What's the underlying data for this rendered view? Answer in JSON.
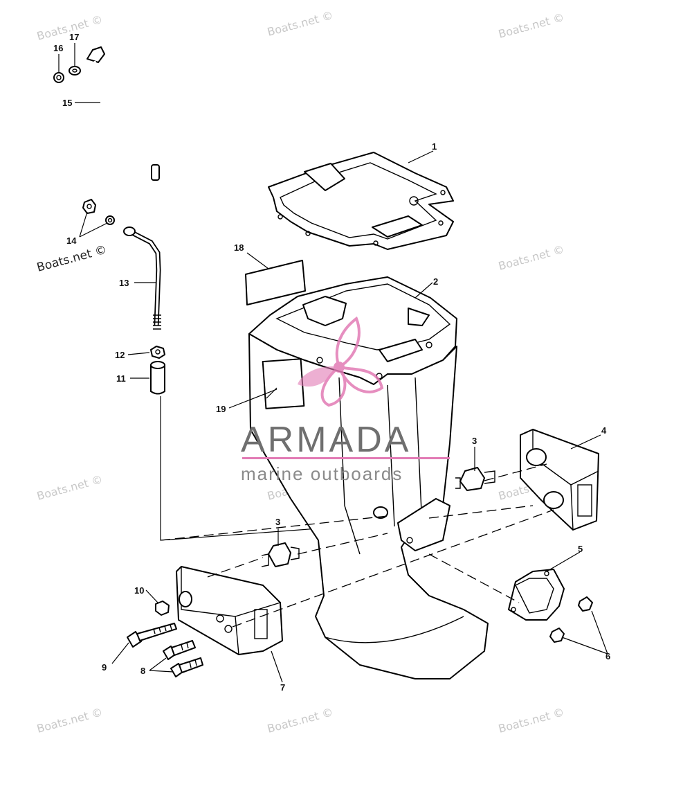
{
  "watermark": "Boats.net ©",
  "brand": {
    "name": "ARMADA",
    "tagline": "marine outboards",
    "accent_color": "#e27bb5",
    "text_color": "#6f6f6f"
  },
  "callouts": {
    "c1": "1",
    "c2": "2",
    "c3a": "3",
    "c3b": "3",
    "c4": "4",
    "c5": "5",
    "c6": "6",
    "c7": "7",
    "c8": "8",
    "c9": "9",
    "c10": "10",
    "c11": "11",
    "c12": "12",
    "c13": "13",
    "c14": "14",
    "c15": "15",
    "c16": "16",
    "c17": "17",
    "c18": "18",
    "c19": "19"
  }
}
